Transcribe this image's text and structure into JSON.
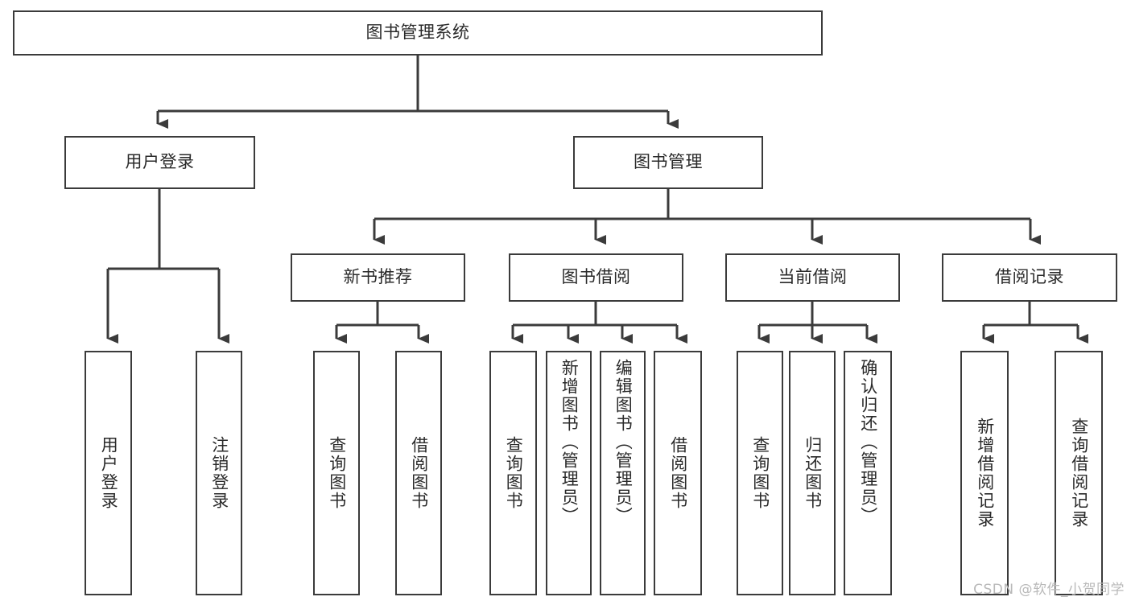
{
  "diagram": {
    "type": "tree-hierarchy",
    "root": {
      "id": "root",
      "label": "图书管理系统"
    },
    "level2": [
      {
        "id": "user-login",
        "label": "用户登录"
      },
      {
        "id": "book-manage",
        "label": "图书管理"
      }
    ],
    "level3": [
      {
        "id": "new-book-recommend",
        "label": "新书推荐",
        "parent": "book-manage"
      },
      {
        "id": "book-borrow",
        "label": "图书借阅",
        "parent": "book-manage"
      },
      {
        "id": "current-borrow",
        "label": "当前借阅",
        "parent": "book-manage"
      },
      {
        "id": "borrow-record",
        "label": "借阅记录",
        "parent": "book-manage"
      }
    ],
    "leaves": [
      {
        "id": "leaf-user-login",
        "label": "用户登录",
        "parent": "user-login"
      },
      {
        "id": "leaf-user-logout",
        "label": "注销登录",
        "parent": "user-login"
      },
      {
        "id": "leaf-query-book-1",
        "label": "查询图书",
        "parent": "new-book-recommend"
      },
      {
        "id": "leaf-borrow-book-1",
        "label": "借阅图书",
        "parent": "new-book-recommend"
      },
      {
        "id": "leaf-query-book-2",
        "label": "查询图书",
        "parent": "book-borrow"
      },
      {
        "id": "leaf-add-book",
        "label": "新增图书（管理员）",
        "parent": "book-borrow"
      },
      {
        "id": "leaf-edit-book",
        "label": "编辑图书（管理员）",
        "parent": "book-borrow"
      },
      {
        "id": "leaf-borrow-book-2",
        "label": "借阅图书",
        "parent": "book-borrow"
      },
      {
        "id": "leaf-query-book-3",
        "label": "查询图书",
        "parent": "current-borrow"
      },
      {
        "id": "leaf-return-book",
        "label": "归还图书",
        "parent": "current-borrow"
      },
      {
        "id": "leaf-confirm-return",
        "label": "确认归还（管理员）",
        "parent": "current-borrow"
      },
      {
        "id": "leaf-add-record",
        "label": "新增借阅记录",
        "parent": "borrow-record"
      },
      {
        "id": "leaf-query-record",
        "label": "查询借阅记录",
        "parent": "borrow-record"
      }
    ],
    "colors": {
      "stroke": "#3b3b3b",
      "fill": "#ffffff",
      "text": "#2a2a2a",
      "watermark": "#b9b9b9"
    }
  },
  "watermark": {
    "text": "CSDN @软件_小贺同学"
  }
}
